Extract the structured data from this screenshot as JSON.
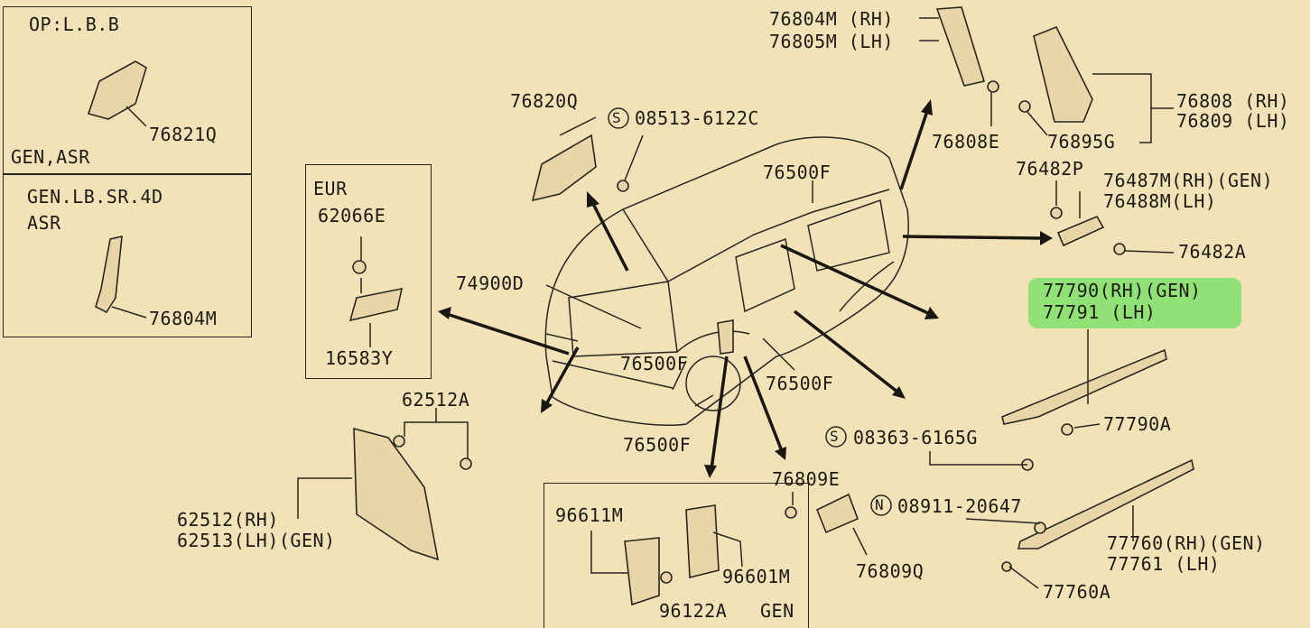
{
  "diagram": {
    "inset_top": {
      "title": "OP:L.B.B",
      "subtitle": "GEN,ASR",
      "part": "76821Q"
    },
    "inset_mid": {
      "title_line1": "GEN.LB.SR.4D",
      "title_line2": "ASR",
      "part": "76804M"
    },
    "inset_eur": {
      "title": "EUR",
      "part_top": "62066E",
      "part_bottom": "16583Y"
    },
    "labels": {
      "p76804M_rh": "76804M (RH)",
      "p76805M_lh": "76805M (LH)",
      "p76808_rh": "76808 (RH)",
      "p76809_lh": "76809 (LH)",
      "p76808E": "76808E",
      "p76895G": "76895G",
      "p76482P": "76482P",
      "p76487M": "76487M(RH)(GEN)",
      "p76488M": "76488M(LH)",
      "p76482A": "76482A",
      "p77790": "77790(RH)(GEN)",
      "p77791": "77791 (LH)",
      "p77790A": "77790A",
      "p08363": "08363-6165G",
      "p08363_prefix": "S",
      "p08911": "08911-20647",
      "p08911_prefix": "N",
      "p77760": "77760(RH)(GEN)",
      "p77761": "77761 (LH)",
      "p77760A": "77760A",
      "p76820Q": "76820Q",
      "p08513": "08513-6122C",
      "p08513_prefix": "S",
      "p76500F_a": "76500F",
      "p76500F_b": "76500F",
      "p76500F_c": "76500F",
      "p76500F_d": "76500F",
      "p74900D": "74900D",
      "p62512A": "62512A",
      "p62512": "62512(RH)",
      "p62513": "62513(LH)(GEN)",
      "p76809E": "76809E",
      "p76809Q": "76809Q",
      "p96611M": "96611M",
      "p96601M": "96601M",
      "p96122A": "96122A",
      "gen": "GEN"
    },
    "highlight_color": "#7fe06a"
  }
}
